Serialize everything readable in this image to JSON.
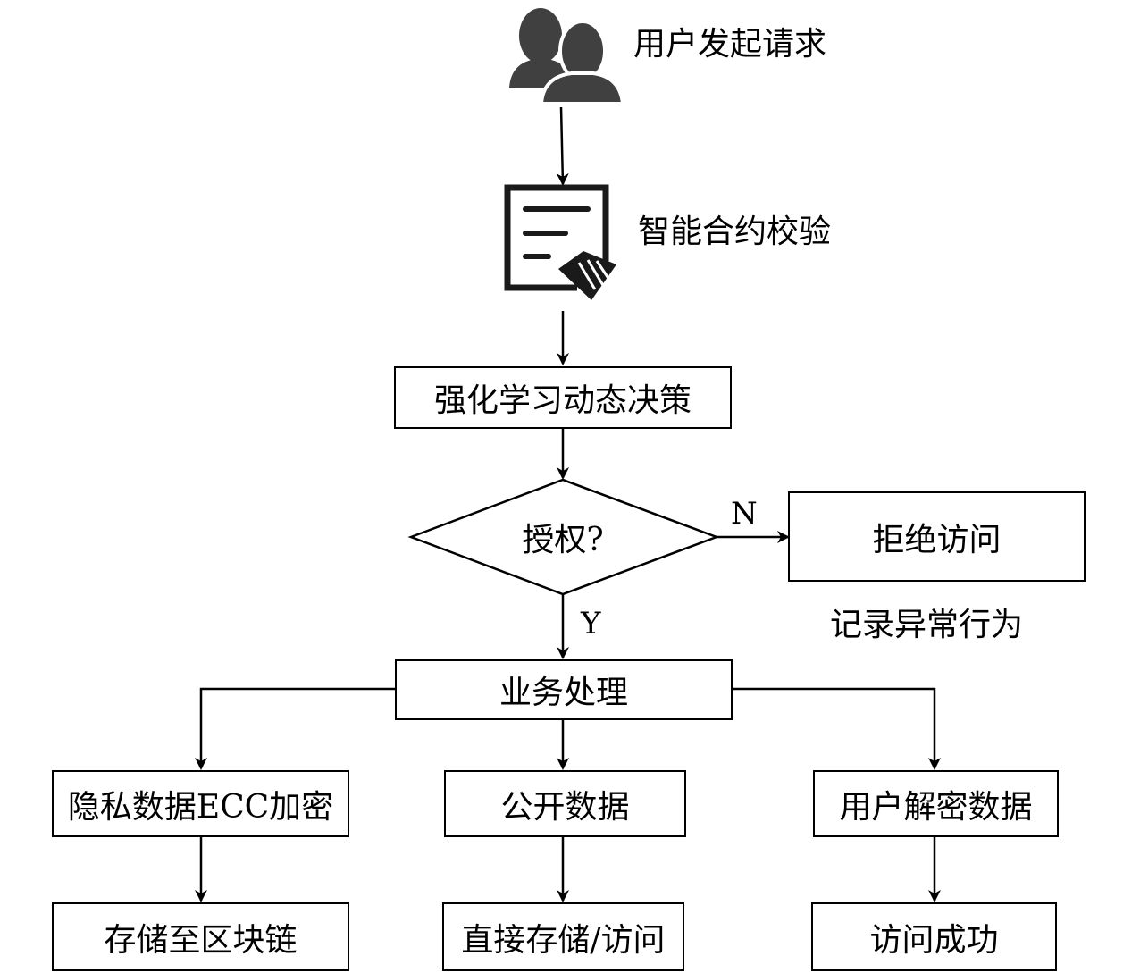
{
  "nodes": {
    "user_request": "用户发起请求",
    "contract_check": "智能合约校验",
    "rl_decision": "强化学习动态决策",
    "authorized": "授权?",
    "deny_access": "拒绝访问",
    "log_anomaly": "记录异常行为",
    "business": "业务处理",
    "private_ecc": "隐私数据ECC加密",
    "public_data": "公开数据",
    "user_decrypt": "用户解密数据",
    "store_chain": "存储至区块链",
    "direct_store": "直接存储/访问",
    "access_success": "访问成功"
  },
  "edge_labels": {
    "no": "N",
    "yes": "Y"
  },
  "icons": {
    "user": "users-icon",
    "contract": "contract-handshake-icon"
  },
  "colors": {
    "icon_gray": "#404040",
    "line": "#000000"
  }
}
